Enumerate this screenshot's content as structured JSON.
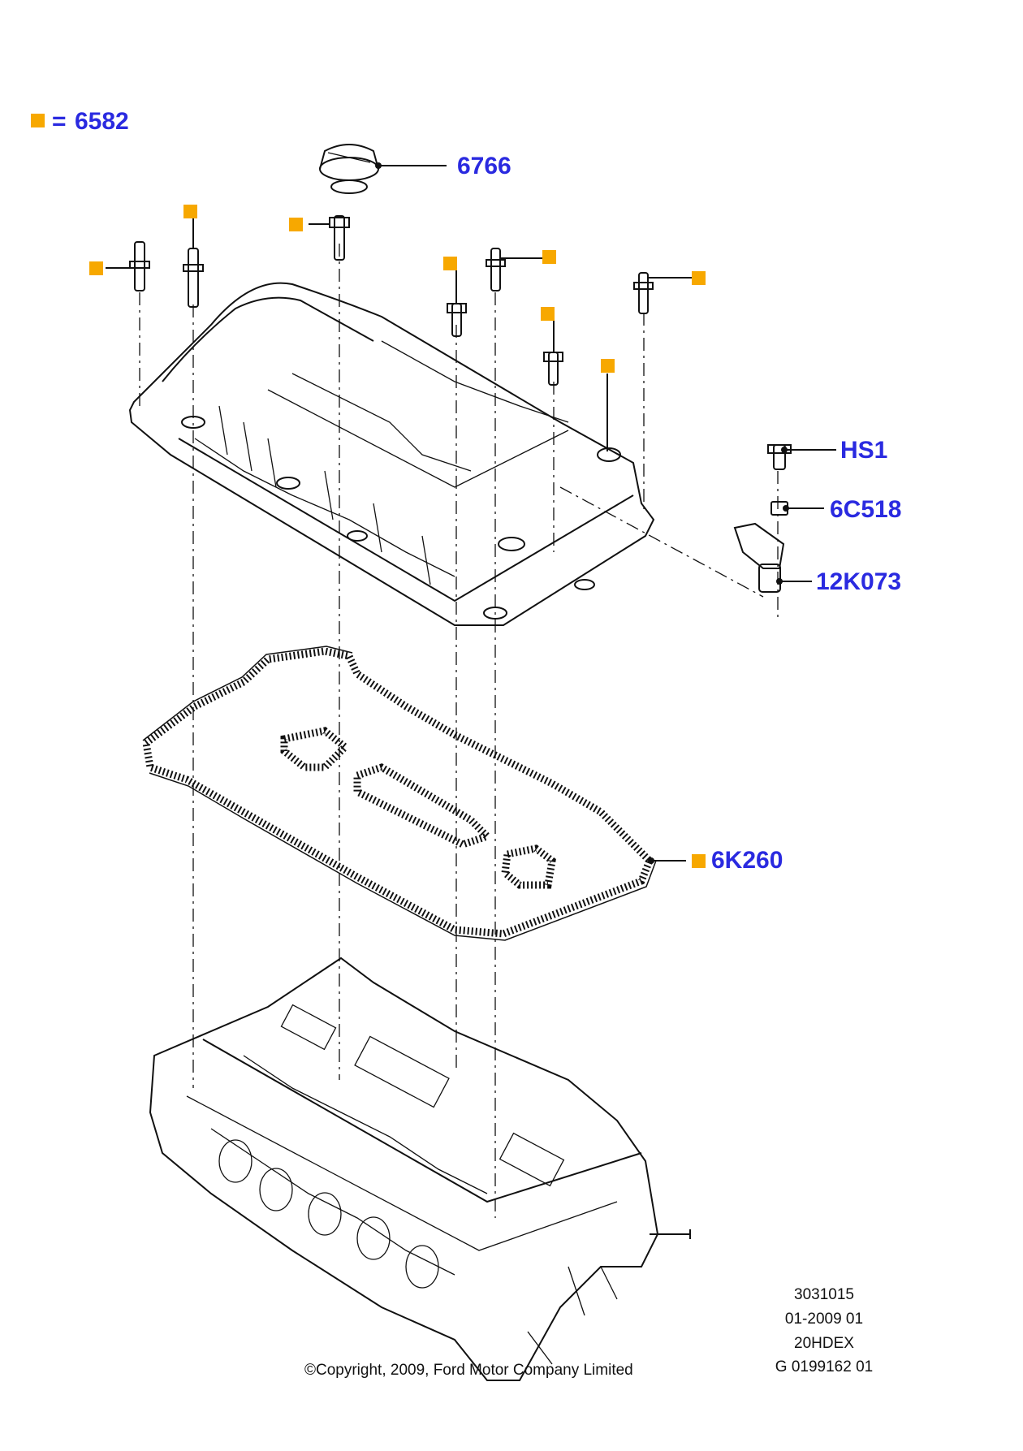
{
  "legend": {
    "marker_color": "#f7a800",
    "equals": "=",
    "part": "6582"
  },
  "callouts": {
    "oil_cap": "6766",
    "bolt": "HS1",
    "sensor_seal": "6C518",
    "cam_sensor": "12K073",
    "gasket": "6K260"
  },
  "accent_color": "#2a2ae0",
  "meta": {
    "line1": "3031015",
    "line2": "01-2009 01",
    "line3": "20HDEX",
    "line4": "G 0199162 01"
  },
  "copyright": "©Copyright, 2009, Ford Motor Company Limited"
}
